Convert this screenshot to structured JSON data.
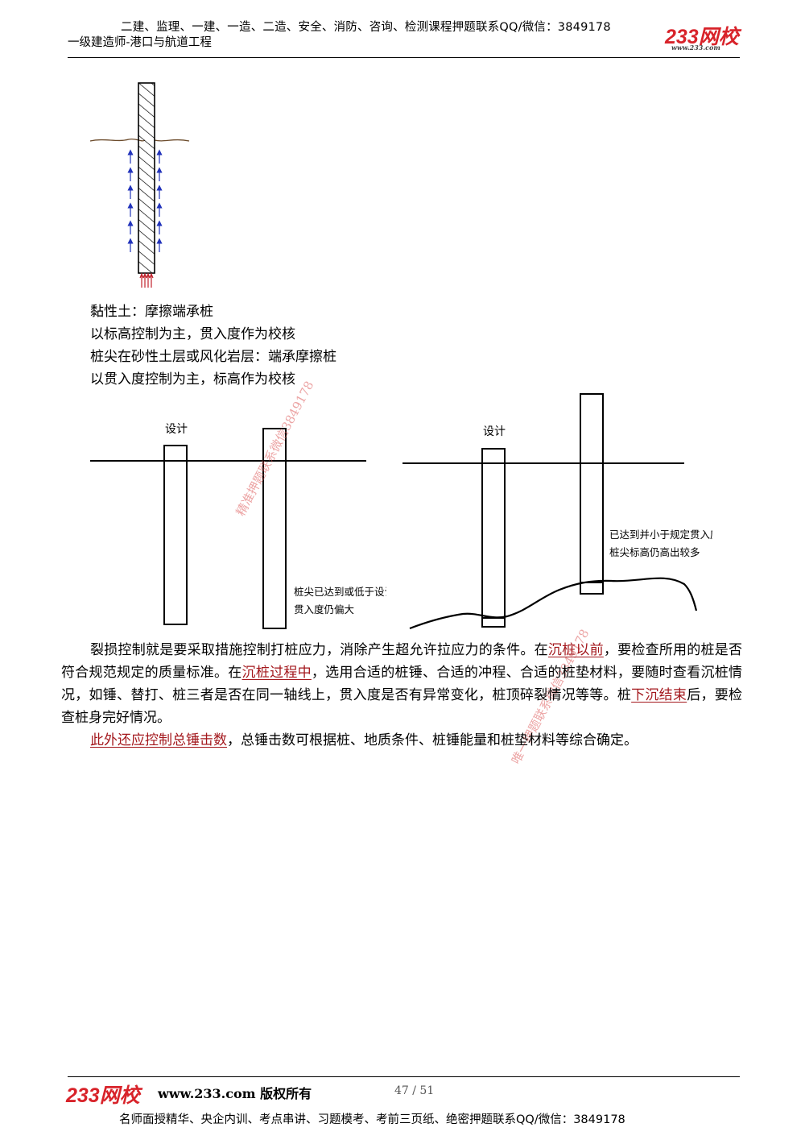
{
  "header": {
    "banner": "二建、监理、一建、一造、二造、安全、消防、咨询、检测课程押题联系QQ/微信：3849178",
    "title": "一级建造师-港口与航道工程",
    "brand": "233网校",
    "brand_url": "www.233.com"
  },
  "notes": [
    "黏性土：摩擦端承桩",
    "以标高控制为主，贯入度作为校核",
    "桩尖在砂性土层或风化岩层：端承摩擦桩",
    "以贯入度控制为主，标高作为校核"
  ],
  "diagram_left": {
    "design_label": "设计",
    "caption_line1": "桩尖已达到或低于设计标高",
    "caption_line2": "贯入度仍偏大"
  },
  "diagram_right": {
    "design_label": "设计",
    "caption_line1": "已达到并小于规定贯入度",
    "caption_line2": "桩尖标高仍高出较多"
  },
  "body": {
    "p1_a": "裂损控制就是要采取措施控制打桩应力，消除产生超允许拉应力的条件。在",
    "p1_link1": "沉桩以前",
    "p1_b": "，要检查所用的桩是否符合规范规定的质量标准。在",
    "p1_link2": "沉桩过程中",
    "p1_c": "，选用合适的桩锤、合适的冲程、合适的桩垫材料，要随时查看沉桩情况，如锤、替打、桩三者是否在同一轴线上，贯入度是否有异常变化，桩顶碎裂情况等等。桩",
    "p1_link3": "下沉结束",
    "p1_d": "后，要检查桩身完好情况。",
    "p2_link": "此外还应控制总锤击数",
    "p2_rest": "，总锤击数可根据桩、地质条件、桩锤能量和桩垫材料等综合确定。"
  },
  "watermarks": {
    "w1": "精准押题联系微信3849178",
    "w2": "唯一押题联系微信3849178"
  },
  "footer": {
    "brand": "233网校",
    "copyright": "www.233.com 版权所有",
    "page": "47 / 51",
    "bottom": "名师面授精华、央企内训、考点串讲、习题模考、考前三页纸、绝密押题联系QQ/微信：3849178"
  },
  "colors": {
    "brand_red": "#d8232a",
    "link_red": "#a3171c",
    "arrow_blue": "#2233bb",
    "tip_arrow_red": "#c0202a"
  }
}
